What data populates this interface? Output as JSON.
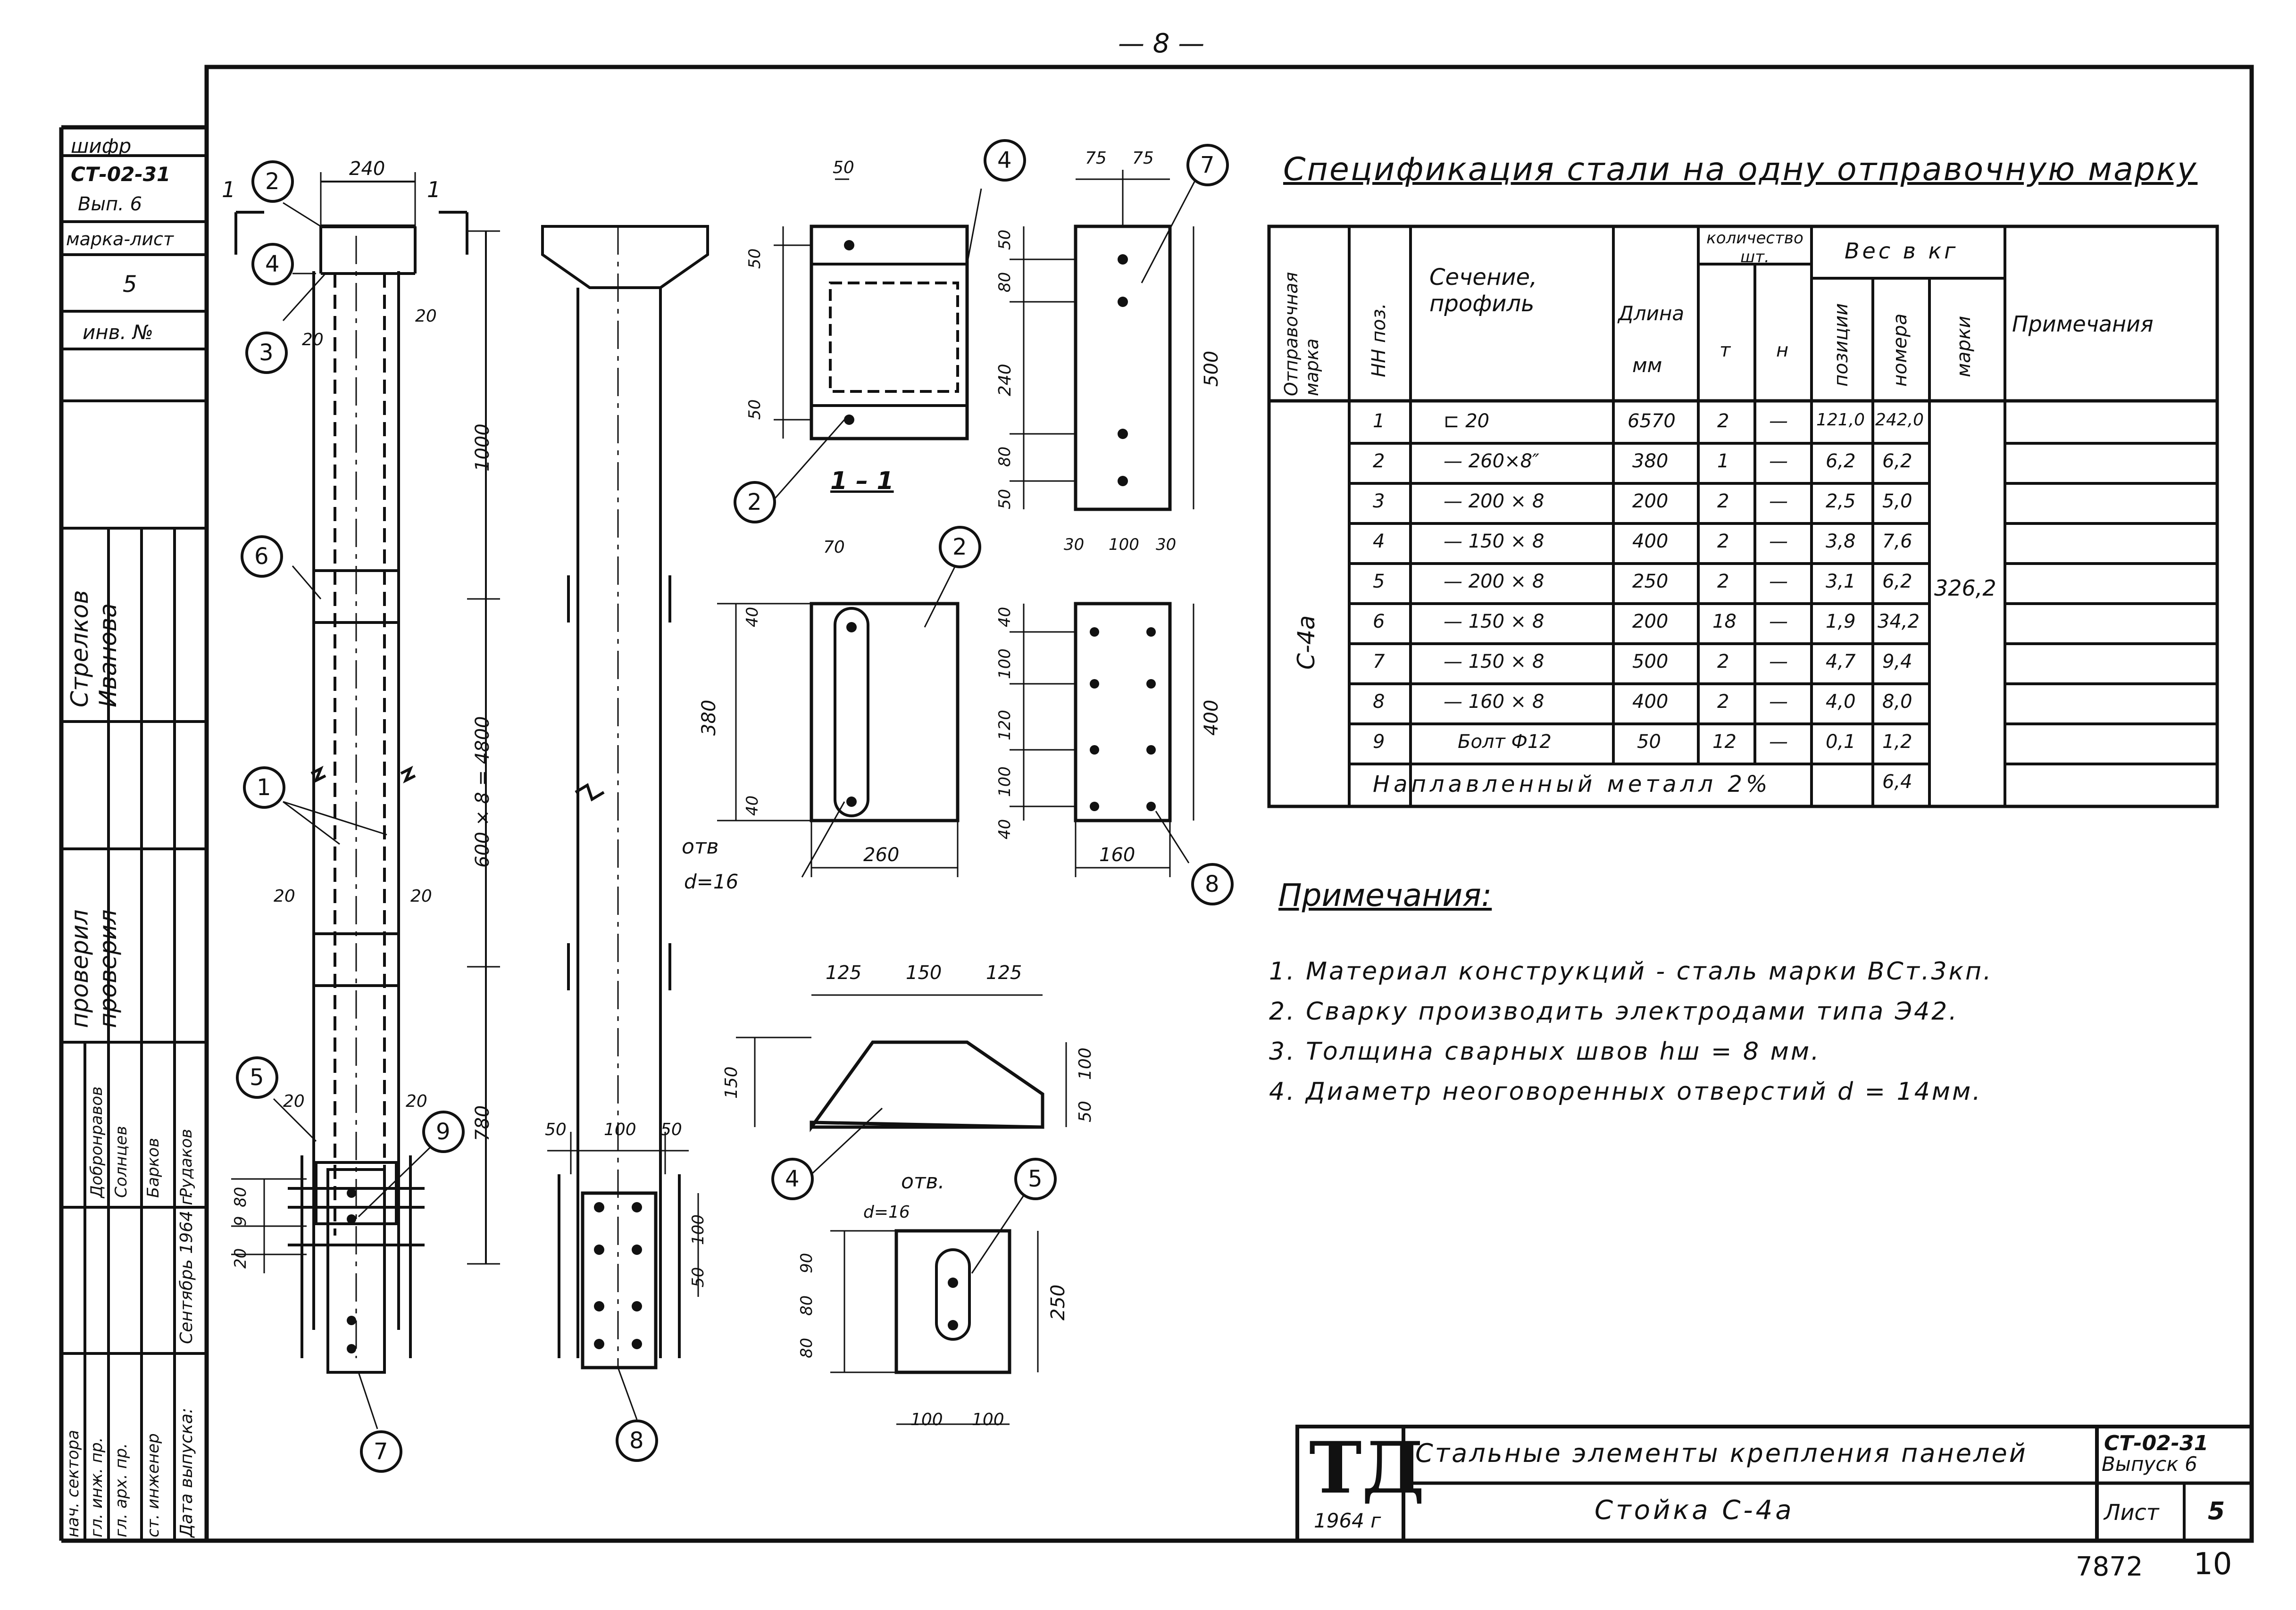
{
  "page_number": "— 8 —",
  "stamp": {
    "shifr_label": "шифр",
    "code": "СТ-02-31",
    "vyp": "Вып. 6",
    "marka_list_label": "марка-лист",
    "sheet_no": "5",
    "inv_label": "инв. №",
    "names": [
      "Стрелков",
      "Иванова"
    ],
    "checked_label": [
      "проверил",
      "проверил"
    ],
    "roles": [
      "нач. сектора",
      "гл. инж. пр.",
      "гл. арх. пр.",
      "ст. инженер",
      "Дата выпуска:"
    ],
    "surnames": [
      "Добронравов",
      "Солнцев",
      "Барков",
      "Рудаков"
    ],
    "date": "Сентябрь 1964 г."
  },
  "spec": {
    "title": "Спецификация стали на одну отправочную марку",
    "headers": {
      "mark": "Отправочная марка",
      "pos": "НН поз.",
      "section": "Сечение, профиль",
      "length": "Длина",
      "length_unit": "мм",
      "qty": "количество шт.",
      "qty_t": "т",
      "qty_n": "н",
      "weight": "Вес в кг",
      "w_pos": "позиции",
      "w_num": "номера",
      "w_mark": "марки",
      "notes": "Примечания"
    },
    "mark_name": "С-4а",
    "mark_weight": "326,2",
    "rows": [
      {
        "pos": "1",
        "section": "⊏ 20",
        "length": "6570",
        "t": "2",
        "n": "—",
        "w_pos": "121,0",
        "w_num": "242,0"
      },
      {
        "pos": "2",
        "section": "— 260×8″",
        "length": "380",
        "t": "1",
        "n": "—",
        "w_pos": "6,2",
        "w_num": "6,2"
      },
      {
        "pos": "3",
        "section": "— 200 × 8",
        "length": "200",
        "t": "2",
        "n": "—",
        "w_pos": "2,5",
        "w_num": "5,0"
      },
      {
        "pos": "4",
        "section": "— 150 × 8",
        "length": "400",
        "t": "2",
        "n": "—",
        "w_pos": "3,8",
        "w_num": "7,6"
      },
      {
        "pos": "5",
        "section": "— 200 × 8",
        "length": "250",
        "t": "2",
        "n": "—",
        "w_pos": "3,1",
        "w_num": "6,2"
      },
      {
        "pos": "6",
        "section": "— 150 × 8",
        "length": "200",
        "t": "18",
        "n": "—",
        "w_pos": "1,9",
        "w_num": "34,2"
      },
      {
        "pos": "7",
        "section": "— 150 × 8",
        "length": "500",
        "t": "2",
        "n": "—",
        "w_pos": "4,7",
        "w_num": "9,4"
      },
      {
        "pos": "8",
        "section": "— 160 × 8",
        "length": "400",
        "t": "2",
        "n": "—",
        "w_pos": "4,0",
        "w_num": "8,0"
      },
      {
        "pos": "9",
        "section": "Болт Ф12",
        "length": "50",
        "t": "12",
        "n": "—",
        "w_pos": "0,1",
        "w_num": "1,2"
      }
    ],
    "weld_label": "Наплавленный металл 2%",
    "weld_value": "6,4"
  },
  "notes": {
    "title": "Примечания:",
    "items": [
      "1. Материал конструкций - сталь марки ВСт.3кп.",
      "2. Сварку производить электродами типа Э42.",
      "3. Толщина сварных швов  hш = 8 мм.",
      "4. Диаметр неоговоренных отверстий  d = 14мм."
    ]
  },
  "drawing": {
    "section_label": "1 – 1",
    "cut_mark": "1",
    "dims": {
      "d240": "240",
      "d20": "20",
      "d1000": "1000",
      "d600": "600 × 8 = 4800",
      "d780": "780",
      "d50": "50",
      "d100": "100",
      "d80": "80",
      "d90": "90",
      "d9": "9",
      "d75": "75",
      "d500": "500",
      "d240v": "240",
      "d70": "70",
      "d40": "40",
      "d380": "380",
      "d260": "260",
      "d30": "30",
      "d120": "120",
      "d400": "400",
      "d160": "160",
      "d125": "125",
      "d150": "150",
      "d250": "250"
    },
    "hole_note": "отв",
    "hole_dia": "d=16",
    "hole_note2": "отв.",
    "callouts": [
      "1",
      "2",
      "3",
      "4",
      "5",
      "6",
      "7",
      "8",
      "9"
    ]
  },
  "title_block": {
    "logo": "ТД",
    "year": "1964 г",
    "title": "Стальные элементы крепления панелей",
    "subtitle": "Стойка С-4а",
    "code": "СТ-02-31",
    "issue": "Выпуск 6",
    "sheet_label": "Лист",
    "sheet": "5"
  },
  "archive_no": "7872",
  "archive_page": "10"
}
